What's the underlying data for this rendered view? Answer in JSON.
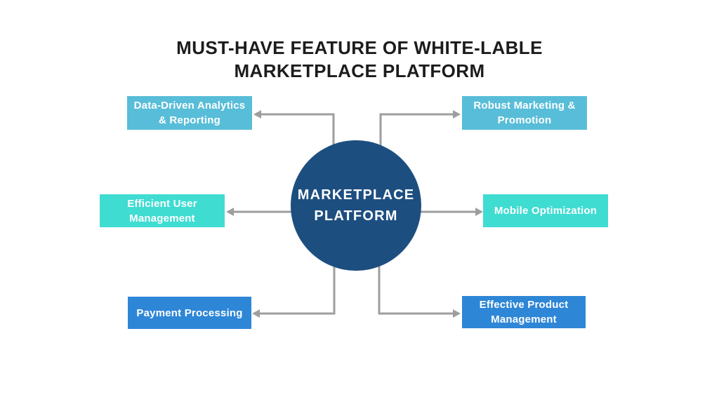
{
  "title": {
    "lines": [
      "MUST-HAVE FEATURE OF WHITE-LABLE",
      "MARKETPLACE PLATFORM"
    ]
  },
  "center_node": {
    "lines": [
      "MARKETPLACE",
      "PLATFORM"
    ]
  },
  "features": {
    "top_left": {
      "lines": [
        "Data-Driven Analytics",
        "& Reporting"
      ],
      "color": "#58bdd8"
    },
    "top_right": {
      "lines": [
        "Robust Marketing &",
        "Promotion"
      ],
      "color": "#58bdd8"
    },
    "mid_left": {
      "lines": [
        "Efficient User",
        "Management"
      ],
      "color": "#3fdcd2"
    },
    "mid_right": {
      "lines": [
        "Mobile Optimization"
      ],
      "color": "#3fdcd2"
    },
    "bottom_left": {
      "lines": [
        "Payment Processing"
      ],
      "color": "#2e86d6"
    },
    "bottom_right": {
      "lines": [
        "Effective Product",
        "Management"
      ],
      "color": "#2e86d6"
    }
  },
  "colors": {
    "background": "#ffffff",
    "title": "#1c1c1c",
    "teal": "#58bdd8",
    "turquoise": "#3fdcd2",
    "blue": "#2e86d6",
    "navy": "#1d4e80",
    "connector": "#9e9e9e",
    "box_text": "#ffffff"
  }
}
